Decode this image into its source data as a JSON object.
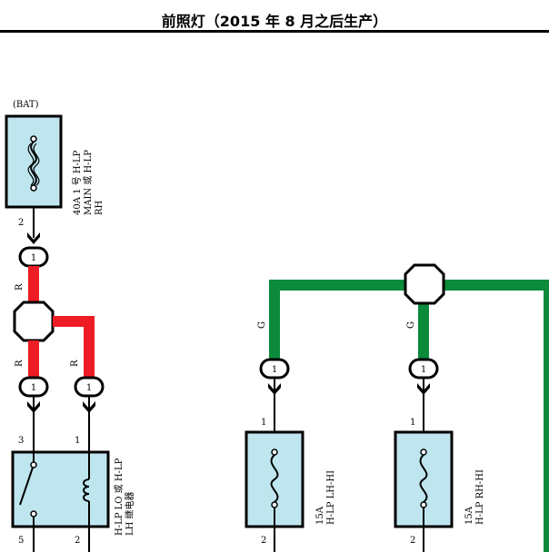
{
  "title": "前照灯（2015 年 8 月之后生产）",
  "bat_label": "(BAT)",
  "fuse_main": {
    "line1": "40A 1 号 H-LP",
    "line2": "MAIN 或 H-LP",
    "line3": "RH"
  },
  "relay": {
    "line1": "H-LP LO 或 H-LP",
    "line2": "LH 继电器"
  },
  "fuse_lh": {
    "line1": "15A",
    "line2": "H-LP LH-HI"
  },
  "fuse_rh": {
    "line1": "15A",
    "line2": "H-LP RH-HI"
  },
  "pins": {
    "fuse_main_out": "2",
    "relay_in_3": "3",
    "relay_in_1": "1",
    "relay_out_5": "5",
    "relay_out_2": "2",
    "fuse_lh_in": "1",
    "fuse_lh_out": "2",
    "fuse_rh_in": "1",
    "fuse_rh_out": "2"
  },
  "connectors": {
    "c_top": "1",
    "c_left": "1",
    "c_right": "1",
    "c_g1": "1",
    "c_g2": "1"
  },
  "wires": {
    "red_upper": "R",
    "red_left": "R",
    "red_right": "R",
    "green_left": "G",
    "green_right": "G"
  },
  "colors": {
    "red_wire": "#ee1c24",
    "green_wire": "#0a8a3a",
    "box_fill": "#bfe6ef",
    "ink": "#000000"
  }
}
